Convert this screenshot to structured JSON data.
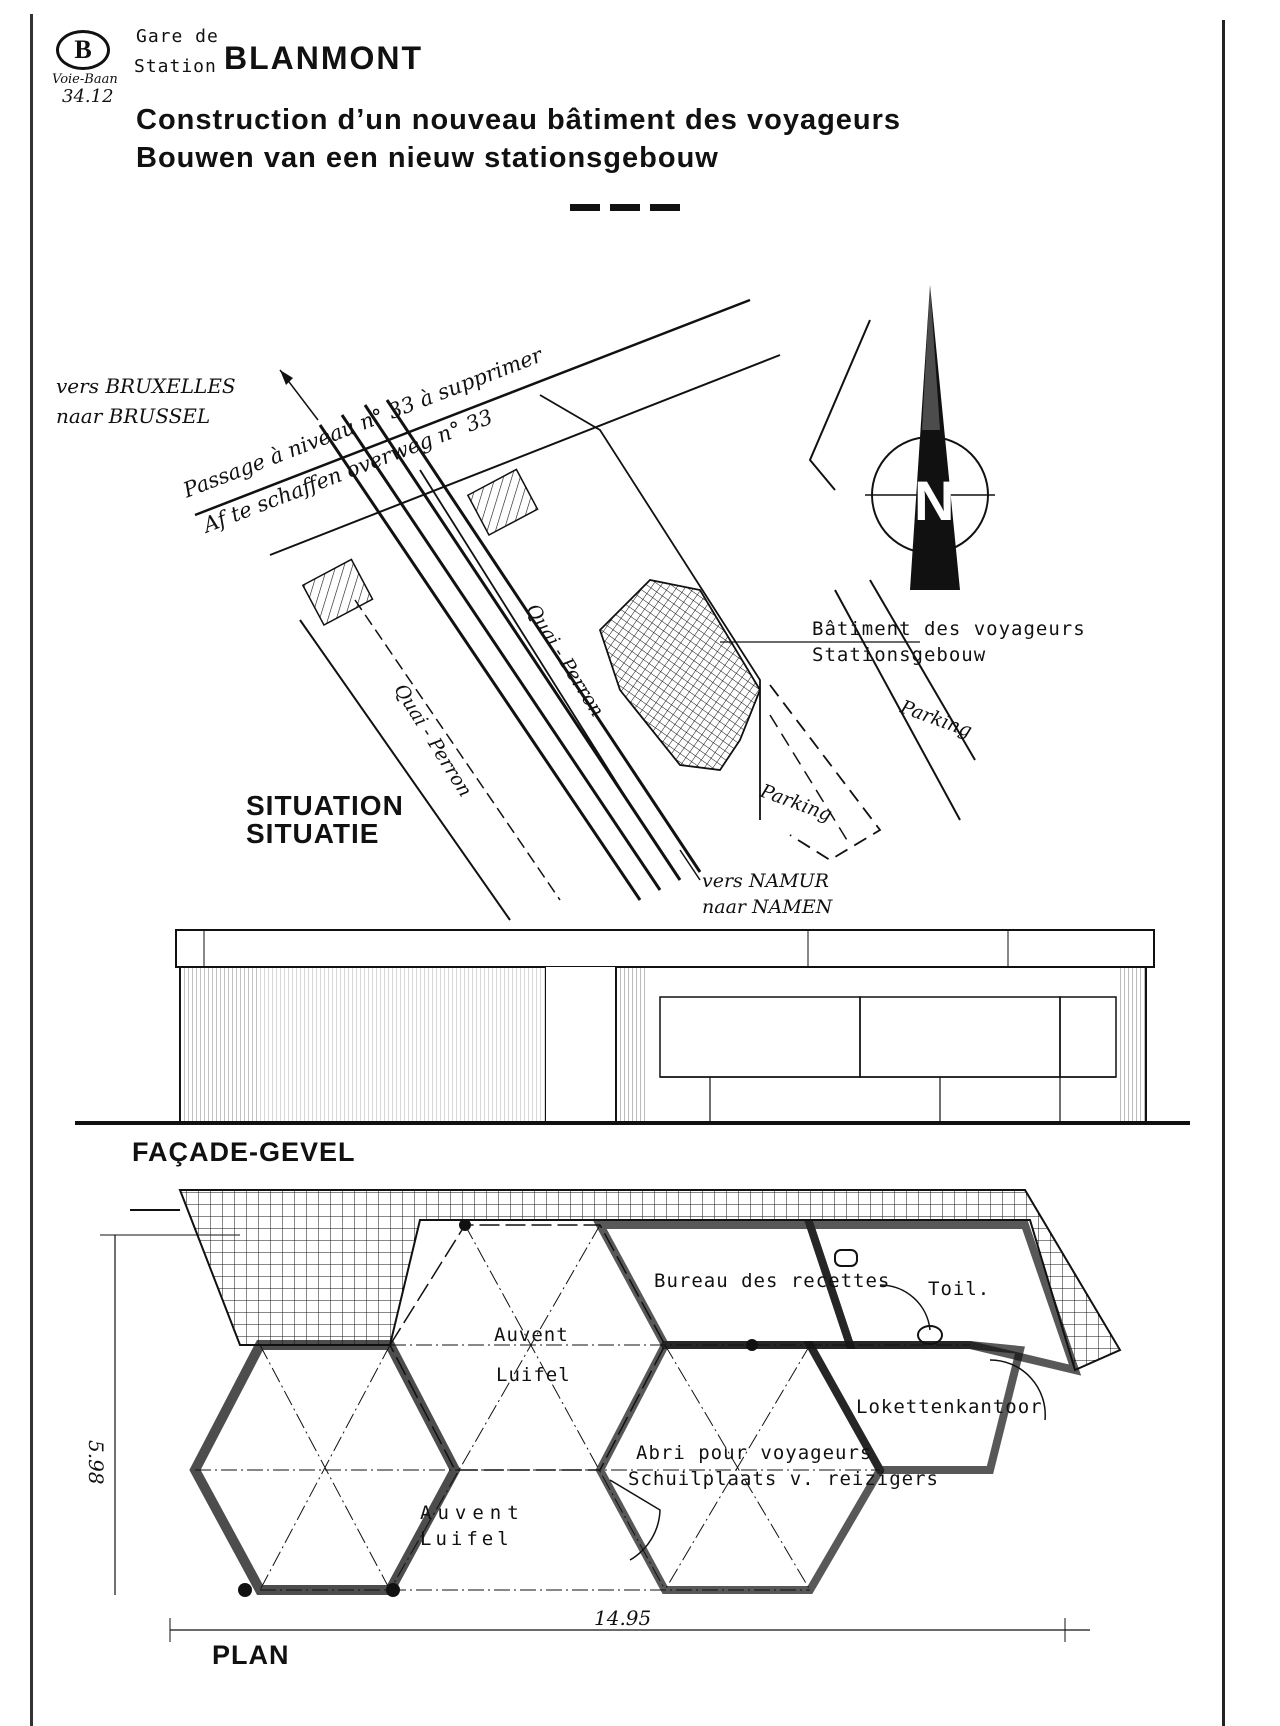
{
  "header": {
    "logo_letter": "B",
    "gare_label": "Gare de",
    "station_label": "Station",
    "station_name": "BLANMONT",
    "ref_line1": "Voie-Baan",
    "ref_line2": "34.12",
    "title_fr": "Construction d’un nouveau bâtiment des voyageurs",
    "title_nl": "Bouwen van een nieuw stationsgebouw"
  },
  "situation": {
    "heading_fr": "SITUATION",
    "heading_nl": "SITUATIE",
    "to_brussels_fr": "vers BRUXELLES",
    "to_brussels_nl": "naar BRUSSEL",
    "crossing_fr": "Passage à niveau n° 33 à supprimer",
    "crossing_nl": "Af te schaffen overweg n° 33",
    "quai_left": "Quai - Perron",
    "quai_right": "Quai - Perron",
    "building_fr": "Bâtiment des voyageurs",
    "building_nl": "Stationsgebouw",
    "parking_1": "Parking",
    "parking_2": "Parking",
    "to_namur_fr": "vers NAMUR",
    "to_namur_nl": "naar NAMEN",
    "north_letter": "N"
  },
  "facade": {
    "heading": "FAÇADE-GEVEL"
  },
  "plan": {
    "heading": "PLAN",
    "bureau": "Bureau des recettes",
    "toilet": "Toil.",
    "auvent_1": "Auvent",
    "luifel_1": "Luifel",
    "auvent_2": "Auvent",
    "luifel_2": "Luifel",
    "loketten": "Lokettenkantoor",
    "abri": "Abri pour voyageurs",
    "schuilplaats": "Schuilplaats v. reizigers",
    "dim_height": "5.98",
    "dim_width": "14.95"
  }
}
